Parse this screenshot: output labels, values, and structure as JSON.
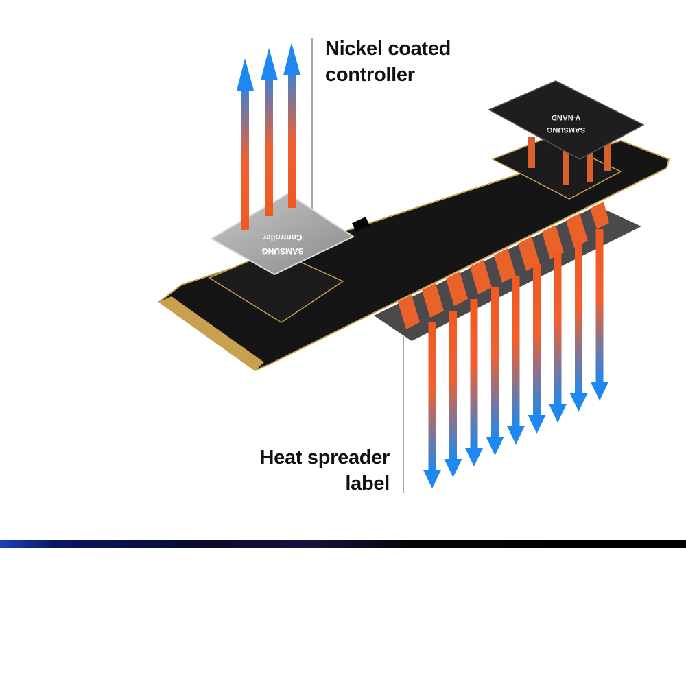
{
  "labels": {
    "controller_line1": "Nickel coated",
    "controller_line2": "controller",
    "heatspreader_line1": "Heat spreader",
    "heatspreader_line2": "label"
  },
  "chips": {
    "controller_brand": "SAMSUNG",
    "controller_name": "Controller",
    "nand_brand": "SAMSUNG",
    "nand_name": "V-NAND"
  },
  "colors": {
    "hot": "#f05a22",
    "cool": "#1e88f0",
    "board": "#151515",
    "gold": "#c8a050"
  }
}
